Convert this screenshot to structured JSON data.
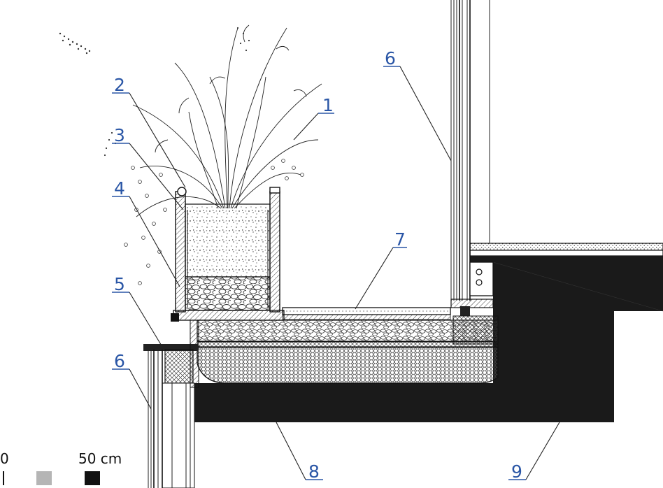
{
  "callouts": [
    {
      "id": "1",
      "label": "1"
    },
    {
      "id": "2",
      "label": "2"
    },
    {
      "id": "3",
      "label": "3"
    },
    {
      "id": "4",
      "label": "4"
    },
    {
      "id": "5",
      "label": "5"
    },
    {
      "id": "6a",
      "label": "6"
    },
    {
      "id": "6b",
      "label": "6"
    },
    {
      "id": "7",
      "label": "7"
    },
    {
      "id": "8",
      "label": "8"
    },
    {
      "id": "9",
      "label": "9"
    }
  ],
  "scale": {
    "start_label": "0",
    "end_label": "50 cm"
  },
  "colors": {
    "callout": "#2a56a6",
    "concrete": "#1a1a1a",
    "scale_mid": "#b5b5b5",
    "line": "#222222"
  }
}
